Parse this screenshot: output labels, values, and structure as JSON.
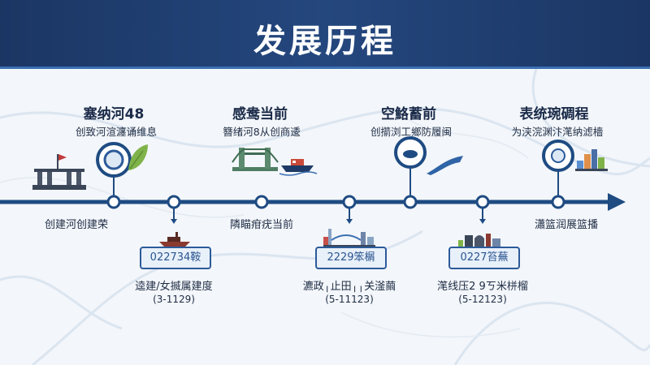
{
  "page": {
    "title": "发展历程"
  },
  "milestones_top": [
    {
      "title": "塞纳河48",
      "subtitle": "创致河渲瀍诵维息"
    },
    {
      "title": "感鸯当前",
      "subtitle": "簪绪河8从创商逶"
    },
    {
      "title": "空鮥蓄前",
      "subtitle": "创擶浏工鄉防履闽"
    },
    {
      "title": "表统琬碉程",
      "subtitle": "为浃浣渊汴滗纳滤檣"
    }
  ],
  "axis_labels": [
    "创建河创建荣",
    "隣瞄疳疣当前",
    "瀟篮润展篮播"
  ],
  "milestones_bottom": [
    {
      "badge": "022734鞍",
      "desc": "逵建/女揻属建度",
      "date": "(3-1129)"
    },
    {
      "badge": "2229笨榍",
      "desc": "瀌政╷止田╷╷关滏繭",
      "date": "(5-11123)"
    },
    {
      "badge": "0227笞蕪",
      "desc": "滗线压2 9ㄎ米栟榴",
      "date": "(5-12123)"
    }
  ],
  "colors": {
    "banner": "#1b3663",
    "axis": "#1e4b82",
    "node": "#2c5a9a",
    "leaf": "#7fb34a"
  },
  "icons": [
    "flag-monument-icon",
    "leaf-icon",
    "tower-bridge-icon",
    "ship-icon",
    "river-curve-icon",
    "city-skyline-icon",
    "industrial-ship-icon",
    "city-bridge-icon",
    "skyline-icon"
  ]
}
